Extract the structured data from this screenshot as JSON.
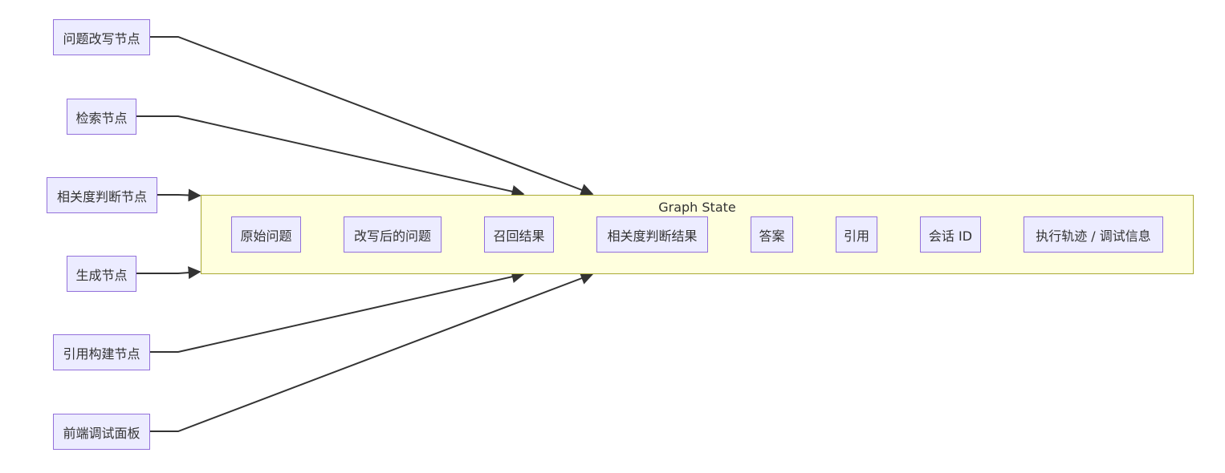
{
  "colors": {
    "node_fill": "#ececff",
    "node_border": "#9370db",
    "cluster_fill": "#ffffde",
    "cluster_border": "#aaaa33",
    "edge": "#333333",
    "text": "#333333"
  },
  "sources": [
    {
      "id": "rewrite",
      "label": "问题改写节点"
    },
    {
      "id": "retrieve",
      "label": "检索节点"
    },
    {
      "id": "relevance",
      "label": "相关度判断节点"
    },
    {
      "id": "generate",
      "label": "生成节点"
    },
    {
      "id": "citation",
      "label": "引用构建节点"
    },
    {
      "id": "frontend",
      "label": "前端调试面板"
    }
  ],
  "state": {
    "title": "Graph State",
    "fields": [
      {
        "id": "original",
        "label": "原始问题"
      },
      {
        "id": "rewritten",
        "label": "改写后的问题"
      },
      {
        "id": "recall",
        "label": "召回结果"
      },
      {
        "id": "relevance_result",
        "label": "相关度判断结果"
      },
      {
        "id": "answer",
        "label": "答案"
      },
      {
        "id": "citations",
        "label": "引用"
      },
      {
        "id": "session",
        "label": "会话 ID"
      },
      {
        "id": "trace",
        "label": "执行轨迹 / 调试信息"
      }
    ]
  },
  "edges": [
    {
      "from": "rewrite",
      "to": "Graph State"
    },
    {
      "from": "retrieve",
      "to": "Graph State"
    },
    {
      "from": "relevance",
      "to": "Graph State"
    },
    {
      "from": "generate",
      "to": "Graph State"
    },
    {
      "from": "citation",
      "to": "Graph State"
    },
    {
      "from": "frontend",
      "to": "Graph State"
    }
  ]
}
